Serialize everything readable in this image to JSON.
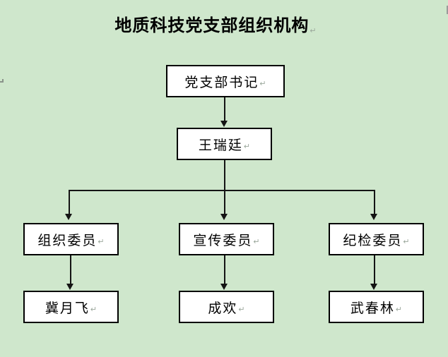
{
  "title": "地质科技党支部组织机构",
  "marks": {
    "paragraph": "↵"
  },
  "colors": {
    "background": "#cfe7cc",
    "box_fill": "#ffffff",
    "box_border": "#000000",
    "connector": "#141414",
    "paragraph_mark": "#9aa79b"
  },
  "diagram": {
    "type": "org-chart",
    "nodes": [
      {
        "id": "secretary-title",
        "label": "党支部书记",
        "level": 1
      },
      {
        "id": "secretary-name",
        "label": "王瑞廷",
        "level": 2
      },
      {
        "id": "org-committee",
        "label": "组织委员",
        "level": 3
      },
      {
        "id": "publicity-committee",
        "label": "宣传委员",
        "level": 3
      },
      {
        "id": "discipline-committee",
        "label": "纪检委员",
        "level": 3
      },
      {
        "id": "org-member",
        "label": "冀月飞",
        "level": 4
      },
      {
        "id": "publicity-member",
        "label": "成欢",
        "level": 4
      },
      {
        "id": "discipline-member",
        "label": "武春林",
        "level": 4
      }
    ],
    "edges": [
      {
        "from": "党支部书记",
        "to": "王瑞廷"
      },
      {
        "from": "王瑞廷",
        "to": "组织委员"
      },
      {
        "from": "王瑞廷",
        "to": "宣传委员"
      },
      {
        "from": "王瑞廷",
        "to": "纪检委员"
      },
      {
        "from": "组织委员",
        "to": "冀月飞"
      },
      {
        "from": "宣传委员",
        "to": "成欢"
      },
      {
        "from": "纪检委员",
        "to": "武春林"
      }
    ]
  }
}
